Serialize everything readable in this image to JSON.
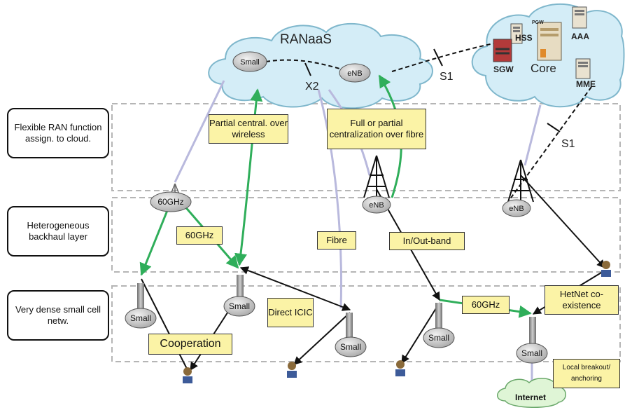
{
  "clouds": {
    "ranaas": "RANaaS",
    "core": "Core",
    "internet": "Internet"
  },
  "core_elements": {
    "pgw": "PGW",
    "hss": "HSS",
    "aaa": "AAA",
    "sgw": "SGW",
    "mme": "MME"
  },
  "interfaces": {
    "x2": "X2",
    "s1_top": "S1",
    "s1_right": "S1"
  },
  "cloud_nodes": {
    "small": "Small",
    "enb": "eNB"
  },
  "layers": [
    {
      "label": "Flexible RAN function assign. to cloud."
    },
    {
      "label": "Heterogeneous backhaul layer"
    },
    {
      "label": "Very dense small cell netw."
    }
  ],
  "notes": {
    "partial_wireless": "Partial central. over wireless",
    "full_fibre": "Full or partial centralization over fibre",
    "sixty_ghz_a": "60GHz",
    "fibre": "Fibre",
    "in_out_band": "In/Out-band",
    "direct_icic": "Direct ICIC",
    "cooperation": "Cooperation",
    "sixty_ghz_b": "60GHz",
    "hetnet": "HetNet co-existence",
    "local_breakout": "Local breakout/ anchoring"
  },
  "nodes": {
    "hub_60ghz": "60GHz",
    "enb_1": "eNB",
    "enb_2": "eNB",
    "small_1": "Small",
    "small_2": "Small",
    "small_3": "Small",
    "small_4": "Small",
    "small_5": "Small"
  },
  "colors": {
    "cloud_fill": "#d4edf7",
    "cloud_stroke": "#7fb7cc",
    "note_fill": "#fbf3a6",
    "green_link": "#2fae5a",
    "fibre_link": "#b9b9dd",
    "dashed_box": "#b5b5b5",
    "internet_fill": "#dff5d6"
  }
}
